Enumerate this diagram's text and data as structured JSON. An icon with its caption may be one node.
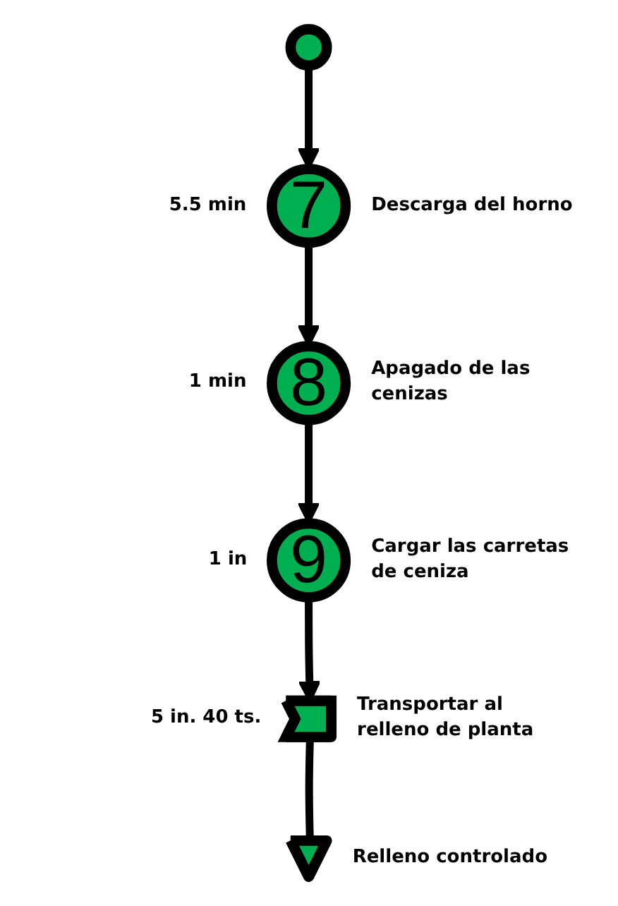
{
  "diagram": {
    "nodes": [
      {
        "text": [],
        "shape": "circle"
      },
      {
        "text": [
          "7"
        ],
        "beside": [
          "5.5 min",
          "Descarga del horno"
        ]
      },
      {
        "text": [
          "8"
        ],
        "beside": [
          "1 min",
          "Apagado de las cenizas"
        ]
      },
      {
        "text": [
          "9"
        ],
        "beside": [
          "1 in",
          "Cargar las carretas de ceniza"
        ]
      },
      {
        "text": [],
        "shape": "arrow",
        "beside": [
          "5 in. 40 ts.",
          "Transportar al relleno de planta"
        ]
      },
      {
        "text": [],
        "shape": "triangle",
        "beside": [
          "Relleno controlado"
        ]
      }
    ],
    "edges": [
      {
        "from": 0,
        "to": 1,
        "arrow": "to"
      },
      {
        "from": 1,
        "to": 2,
        "arrow": "to"
      },
      {
        "from": 2,
        "to": 3,
        "arrow": "to"
      },
      {
        "from": 3,
        "to": 4,
        "arrow": "to"
      },
      {
        "from": 4,
        "to": 5,
        "arrow": "none"
      }
    ]
  }
}
